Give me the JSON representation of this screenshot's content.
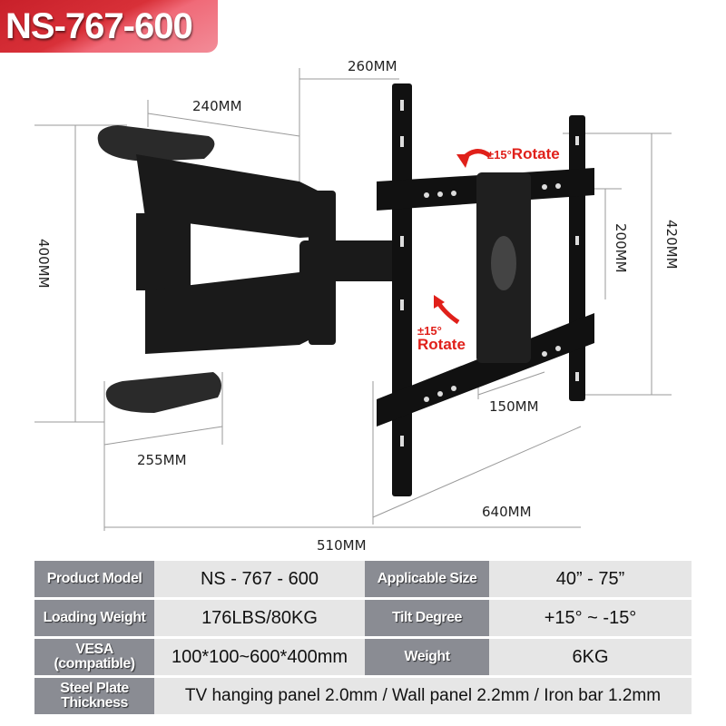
{
  "badge": {
    "model": "NS-767-600",
    "color_start": "#c8202a",
    "color_end": "#f28c98"
  },
  "dimensions": {
    "arm_top_span": "260MM",
    "arm_upper_length": "240MM",
    "wall_plate_height": "400MM",
    "arm_lower_length": "255MM",
    "total_extension": "510MM",
    "tv_bracket_width": "640MM",
    "vesa_horizontal": "150MM",
    "vesa_vertical": "200MM",
    "tv_bracket_height": "420MM"
  },
  "rotate_labels": {
    "top": {
      "degree": "±15°",
      "text": "Rotate"
    },
    "bottom": {
      "degree": "±15°",
      "text": "Rotate"
    },
    "color": "#e0201a"
  },
  "specs": {
    "rows": [
      {
        "label1": "Product Model",
        "value1": "NS - 767 - 600",
        "label2": "Applicable Size",
        "value2": "40” - 75”"
      },
      {
        "label1": "Loading Weight",
        "value1": "176LBS/80KG",
        "label2": "Tilt Degree",
        "value2": "+15° ~ -15°"
      },
      {
        "label1_line1": "VESA",
        "label1_line2": "(compatible)",
        "value1": "100*100~600*400mm",
        "label2": "Weight",
        "value2": "6KG"
      }
    ],
    "thickness": {
      "label_line1": "Steel Plate",
      "label_line2": "Thickness",
      "value": "TV hanging panel 2.0mm / Wall panel 2.2mm / Iron bar 1.2mm"
    },
    "label_bg": "#8a8c93",
    "value_bg": "#e6e6e6"
  }
}
